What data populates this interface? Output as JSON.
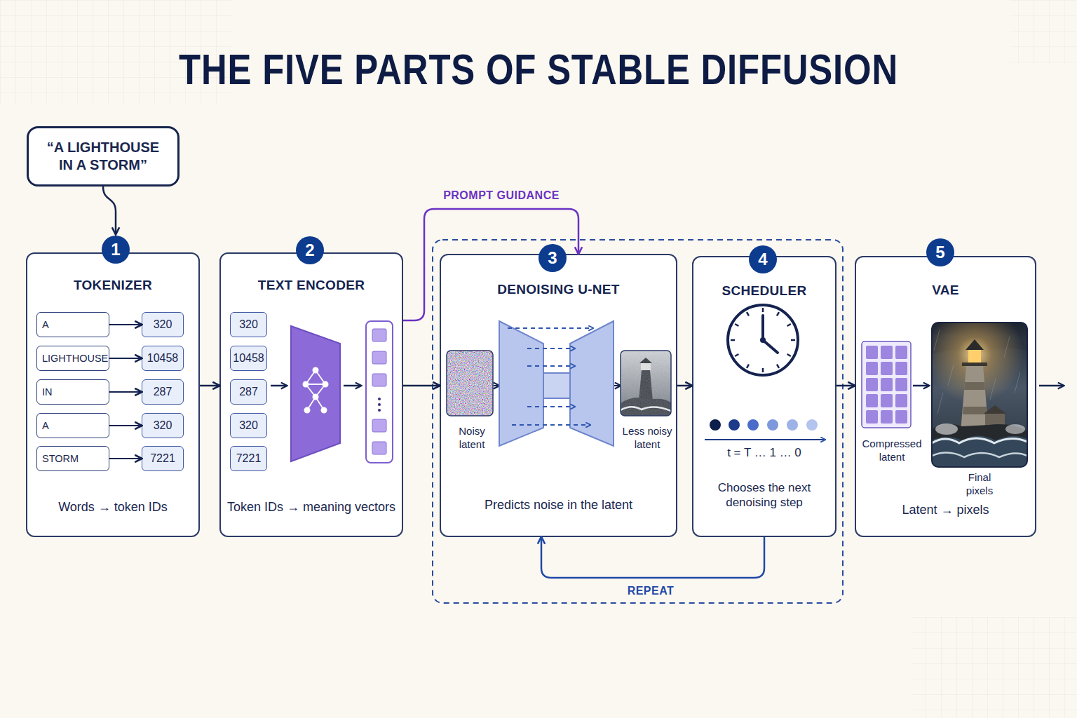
{
  "diagram": {
    "title": "THE FIVE PARTS OF STABLE DIFFUSION",
    "nodes": [
      {
        "text": [
          "“A LIGHTHOUSE IN A STORM”"
        ]
      },
      {
        "text": [
          "TOKENIZER",
          "Words → token IDs"
        ]
      },
      {
        "text": [
          "1"
        ],
        "in": 1
      },
      {
        "text": [
          "A"
        ],
        "in": 1
      },
      {
        "text": [
          "320"
        ],
        "in": 1
      },
      {
        "text": [
          "LIGHTHOUSE"
        ],
        "in": 1
      },
      {
        "text": [
          "10458"
        ],
        "in": 1
      },
      {
        "text": [
          "IN"
        ],
        "in": 1
      },
      {
        "text": [
          "287"
        ],
        "in": 1
      },
      {
        "text": [
          "A"
        ],
        "in": 1
      },
      {
        "text": [
          "320"
        ],
        "in": 1
      },
      {
        "text": [
          "STORM"
        ],
        "in": 1
      },
      {
        "text": [
          "7221"
        ],
        "in": 1
      },
      {
        "text": [
          "TEXT ENCODER",
          "Token IDs → meaning vectors"
        ]
      },
      {
        "text": [
          "2"
        ],
        "in": 13
      },
      {
        "text": [
          "320"
        ],
        "in": 13
      },
      {
        "text": [
          "10458"
        ],
        "in": 13
      },
      {
        "text": [
          "287"
        ],
        "in": 13
      },
      {
        "text": [
          "320"
        ],
        "in": 13
      },
      {
        "text": [
          "7221"
        ],
        "in": 13
      },
      {
        "text": [
          "DENOISING U-NET",
          "Noisy latent",
          "Less noisy latent",
          "Predicts noise in the latent"
        ]
      },
      {
        "text": [
          "3"
        ],
        "in": 20
      },
      {
        "text": [
          "SCHEDULER",
          "t = T … 1 … 0",
          "Chooses the next denoising step"
        ]
      },
      {
        "text": [
          "4"
        ],
        "in": 22
      },
      {
        "text": [
          "VAE",
          "Compressed latent",
          "Final pixels",
          "Latent → pixels"
        ]
      },
      {
        "text": [
          "5"
        ],
        "in": 24
      }
    ],
    "edges": [
      {
        "from": 0,
        "to": 1,
        "arrow": "to"
      },
      {
        "from": 3,
        "to": 4,
        "arrow": "to"
      },
      {
        "from": 5,
        "to": 6,
        "arrow": "to"
      },
      {
        "from": 7,
        "to": 8,
        "arrow": "to"
      },
      {
        "from": 9,
        "to": 10,
        "arrow": "to"
      },
      {
        "from": 11,
        "to": 12,
        "arrow": "to"
      },
      {
        "from": 1,
        "to": 13,
        "arrow": "to"
      },
      {
        "from": 13,
        "to": 20,
        "label": "PROMPT GUIDANCE",
        "arrow": "to"
      },
      {
        "from": 13,
        "to": 20,
        "arrow": "to"
      },
      {
        "from": 20,
        "to": 22,
        "arrow": "to"
      },
      {
        "from": 22,
        "to": 20,
        "label": "REPEAT",
        "arrow": "to"
      },
      {
        "from": 22,
        "to": 24,
        "arrow": "to"
      }
    ]
  }
}
